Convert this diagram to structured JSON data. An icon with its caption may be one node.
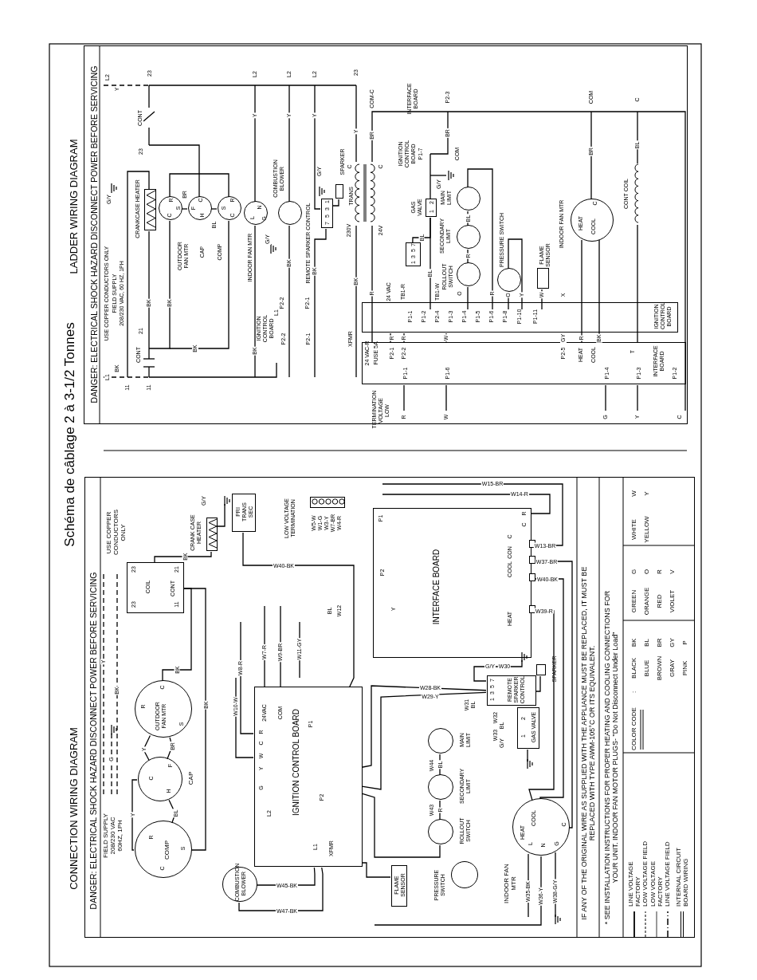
{
  "diagram": {
    "title": "Schéma de câblage 2 à 3-1/2 Tonnes",
    "nodes": [
      {
        "text": [
          "CONNECTION WIRING DIAGRAM",
          "DANGER: ELECTRICAL SHOCK HAZARD DISCONNECT POWER BEFORE SERVICING"
        ]
      },
      {
        "text": [
          "R",
          "S",
          "C",
          "COMP"
        ],
        "in": 0
      },
      {
        "text": [
          "C",
          "F",
          "H",
          "CAP"
        ],
        "in": 0
      },
      {
        "text": [
          "R",
          "C",
          "S",
          "OUTDOOR FAN MTR"
        ],
        "in": 0
      },
      {
        "text": [
          "23",
          "21",
          "23",
          "11",
          "COIL",
          "CONT"
        ],
        "in": 0
      },
      {
        "text": [
          "CRANK CASE HEATER"
        ],
        "in": 0
      },
      {
        "text": [
          "PRI TRANS SEC"
        ],
        "in": 0
      },
      {
        "text": [
          "LOW VOLTAGE TERMINATION"
        ],
        "in": 0
      },
      {
        "text": [
          "INTERFACE BOARD",
          "P1",
          "P2",
          "Y",
          "R",
          "C",
          "C",
          "CON",
          "COOL",
          "HEAT"
        ],
        "in": 0
      },
      {
        "text": [],
        "shape": "bar",
        "in": 8
      },
      {
        "text": [],
        "shape": "bar",
        "in": 8
      },
      {
        "text": [],
        "shape": "bar",
        "in": 8
      },
      {
        "text": [],
        "shape": "bar",
        "in": 8
      },
      {
        "text": [
          "IGNITION CONTROL BOARD",
          "P1",
          "R",
          "C",
          "W",
          "Y",
          "G",
          "24VAC",
          "COM",
          "L2",
          "P2",
          "L1",
          "XFMR"
        ],
        "in": 0
      },
      {
        "text": [
          "COMBUSTION BLOWER"
        ],
        "in": 0
      },
      {
        "text": [
          "7",
          "5",
          "3",
          "1",
          "REMOTE SPARKER CONTROL"
        ],
        "in": 0
      },
      {
        "text": [
          "SPARKER"
        ],
        "in": 0
      },
      {
        "text": [
          "2",
          "1",
          "GAS VALVE"
        ],
        "in": 0
      },
      {
        "text": [
          "MAIN LIMIT"
        ],
        "in": 0
      },
      {
        "text": [
          "SECONDARY LIMIT"
        ],
        "in": 0
      },
      {
        "text": [
          "ROLLOUT SWITCH"
        ],
        "in": 0
      },
      {
        "text": [
          "PRESSURE SWITCH"
        ],
        "in": 0
      },
      {
        "text": [
          "FLAME SENSOR"
        ],
        "in": 0
      },
      {
        "text": [
          "HEAT",
          "COOL",
          "C",
          "L",
          "N",
          "G",
          "INDOOR FAN MTR"
        ],
        "in": 0
      },
      {
        "text": [
          "LADDER WIRING DIAGRAM",
          "DANGER: ELECTRICAL SHOCK HAZARD DISCONNECT POWER BEFORE SERVICING"
        ]
      },
      {
        "text": [
          "CRANKCASE HEATER"
        ],
        "in": 24
      },
      {
        "text": [
          "C",
          "R",
          "S",
          "OUTDOOR FAN MTR"
        ],
        "in": 24
      },
      {
        "text": [
          "F",
          "C",
          "H",
          "CAP"
        ],
        "in": 24
      },
      {
        "text": [
          "S",
          "R",
          "C",
          "COMP"
        ],
        "in": 24
      },
      {
        "text": [
          "L",
          "N",
          "G",
          "INDOOR FAN MTR"
        ],
        "in": 24
      },
      {
        "text": [
          "COMBUSTION BLOWER"
        ],
        "in": 24
      },
      {
        "text": [
          "7",
          "5",
          "3",
          "1",
          "REMOTE SPARKER CONTROL"
        ],
        "in": 24
      },
      {
        "text": [
          "SPARKER"
        ],
        "in": 24
      },
      {
        "text": [
          "C",
          "C",
          "TRANS",
          "230V",
          "24V"
        ],
        "in": 24
      },
      {
        "text": [
          "2",
          "1",
          "GAS VALVE"
        ],
        "in": 24
      },
      {
        "text": [
          "7",
          "5",
          "3",
          "1"
        ],
        "in": 24
      },
      {
        "text": [
          "MAIN LIMIT"
        ],
        "in": 24
      },
      {
        "text": [
          "SECONDARY LIMIT"
        ],
        "in": 24
      },
      {
        "text": [
          "ROLLOUT SWITCH"
        ],
        "in": 24
      },
      {
        "text": [
          "PRESSURE SWITCH"
        ],
        "in": 24
      },
      {
        "text": [
          "FLAME SENSOR"
        ],
        "in": 24
      },
      {
        "text": [
          "HEAT",
          "COOL",
          "C",
          "INDOOR FAN MTR"
        ],
        "in": 24
      },
      {
        "text": [
          "CONT COIL"
        ],
        "in": 24
      },
      {
        "text": [
          "P1-1",
          "P1-2",
          "P2-4",
          "P1-3",
          "P1-4",
          "P1-5",
          "P1-6",
          "P1-8",
          "P1-10",
          "P1-11",
          "IGNITION CONTROL BOARD"
        ],
        "in": 24
      },
      {
        "text": [
          "24 VAC-R",
          "FUSE 5A",
          "P2-1",
          "P2-2",
          "P2-5",
          "HEAT",
          "COOL",
          "T",
          "P1-1",
          "P1-6",
          "P1-4",
          "P1-3",
          "P1-2",
          "INTERFACE BOARD"
        ],
        "in": 24
      }
    ],
    "edges": [
      {
        "from": 1,
        "to": 2,
        "arrow": "none",
        "label": "Y"
      },
      {
        "from": 1,
        "to": 2,
        "arrow": "none",
        "label": "BL"
      },
      {
        "from": 2,
        "to": 3,
        "arrow": "none",
        "label": "BR"
      },
      {
        "from": 2,
        "to": 3,
        "arrow": "none",
        "label": "Y"
      },
      {
        "from": 3,
        "to": 4,
        "arrow": "none",
        "label": "BK"
      },
      {
        "from": 1,
        "to": 4,
        "arrow": "none",
        "label": "BK"
      },
      {
        "from": 5,
        "to": 4,
        "arrow": "none",
        "label": "BK"
      },
      {
        "from": 13,
        "to": 15,
        "arrow": "none",
        "label": "W28-BK"
      },
      {
        "from": 13,
        "to": 15,
        "arrow": "none",
        "label": "W29-Y"
      },
      {
        "from": 15,
        "to": 16,
        "arrow": "none"
      },
      {
        "from": 18,
        "to": 19,
        "arrow": "none",
        "label": "BL"
      },
      {
        "from": 19,
        "to": 20,
        "arrow": "none",
        "label": "R"
      },
      {
        "from": 9,
        "to": null,
        "arrow": "none",
        "label": "W13-BR"
      },
      {
        "from": 10,
        "to": 23,
        "arrow": "none",
        "label": "W37-BR"
      },
      {
        "from": 11,
        "to": 23,
        "arrow": "none",
        "label": "W40-BK"
      },
      {
        "from": 12,
        "to": 23,
        "arrow": "none",
        "label": "W39-R"
      },
      {
        "from": 14,
        "to": 13,
        "arrow": "none",
        "label": "W45-BK"
      },
      {
        "from": 14,
        "to": 13,
        "arrow": "none",
        "label": "W47-BK"
      },
      {
        "from": 26,
        "to": 27,
        "arrow": "none",
        "label": "BR"
      },
      {
        "from": 27,
        "to": 28,
        "arrow": "none",
        "label": "BL"
      },
      {
        "from": 36,
        "to": 37,
        "arrow": "none",
        "label": "BL"
      },
      {
        "from": 37,
        "to": 38,
        "arrow": "none",
        "label": "R"
      },
      {
        "from": 34,
        "to": 35,
        "arrow": "none",
        "label": "BL"
      },
      {
        "from": 6,
        "to": 13,
        "arrow": "none",
        "label": "W40-BK"
      },
      {
        "from": 20,
        "to": 13,
        "arrow": "none"
      }
    ],
    "labels": [
      "FIELD SUPPLY 208/230 VAC 60HZ, 1PH",
      "USE COPPER CONDUCTORS ONLY",
      "G",
      "Y",
      "BK",
      "G/Y",
      "BL",
      "W12",
      "W7-R",
      "W9-BR",
      "W11-GY",
      "W8-R",
      "W10-W",
      "W5-W",
      "W1-G",
      "W3-Y",
      "W7-BR",
      "W4-R",
      "W15-BR",
      "W14-R",
      "G/Y",
      "W30",
      "W31",
      "BL",
      "W32",
      "BL",
      "W33",
      "G/Y",
      "W44",
      "W43",
      "W35-BK",
      "W36-Y",
      "W38-G/Y",
      "IF ANY OF THE ORIGINAL WIRE AS SUPPLIED WITH THE APPLIANCE MUST BE REPLACED, IT MUST BE REPLACED WITH TYPE AWM-105°C OR ITS EQUIVALENT.",
      "* SEE INSTALLATION INSTRUCTIONS FOR PROPER HEATING AND COOLING CONNECTIONS FOR YOUR UNIT. INDOOR FAN MOTOR PLUGS- \"Do Not Disconnect Under Load\"",
      "COLOR CODE",
      ":",
      "BLACK",
      "BK",
      "BLUE",
      "BL",
      "BROWN",
      "BR",
      "GRAY",
      "GY",
      "PINK",
      "P",
      "GREEN",
      "G",
      "ORANGE",
      "O",
      "RED",
      "R",
      "VIOLET",
      "V",
      "WHITE",
      "W",
      "YELLOW",
      "Y",
      "L1",
      "BK",
      "11",
      "11",
      "L2",
      "Y",
      "23",
      "CONT",
      "23",
      "21",
      "CONT",
      "G/Y",
      "USE COPPER CONDUCTORS ONLY",
      "FIELD SUPPLY",
      "208/230 VAC, 60 HZ, 1PH",
      "L2",
      "L2",
      "L2",
      "23",
      "COM-C",
      "Y",
      "Y",
      "Y",
      "Y",
      "BR",
      "BK",
      "BK",
      "BK",
      "BK",
      "BK",
      "BK",
      "BK",
      "R",
      "P2-2",
      "P2-1",
      "P2-2",
      "P2-1",
      "XFMR",
      "L1",
      "IGNITION CONTROL BOARD",
      "G/Y",
      "G/Y",
      "INTERFACE BOARD",
      "P2-3",
      "COM",
      "C",
      "BR",
      "BR",
      "BL",
      "IGNITION CONTROL BOARD",
      "P1-7",
      "COM",
      "G/Y",
      "BL",
      "24 VAC",
      "TB1-R",
      "TB1-W",
      "O",
      "R",
      "O",
      "Y",
      "W",
      "X",
      "R",
      "R",
      "W",
      "GY",
      "R",
      "BK",
      "TERMINATION VOLTAGE LOW",
      "R",
      "W",
      "G",
      "Y",
      "C"
    ],
    "legend": [
      {
        "text": "LINE VOLTAGE FACTORY"
      },
      {
        "text": "LOW VOLTAGE FIELD"
      },
      {
        "text": "LOW VOLTAGE FACTORY"
      },
      {
        "text": "LINE VOLTAGE FIELD"
      },
      {
        "text": "INTERNAL CIRCUIT BOARD WIRING"
      }
    ]
  }
}
